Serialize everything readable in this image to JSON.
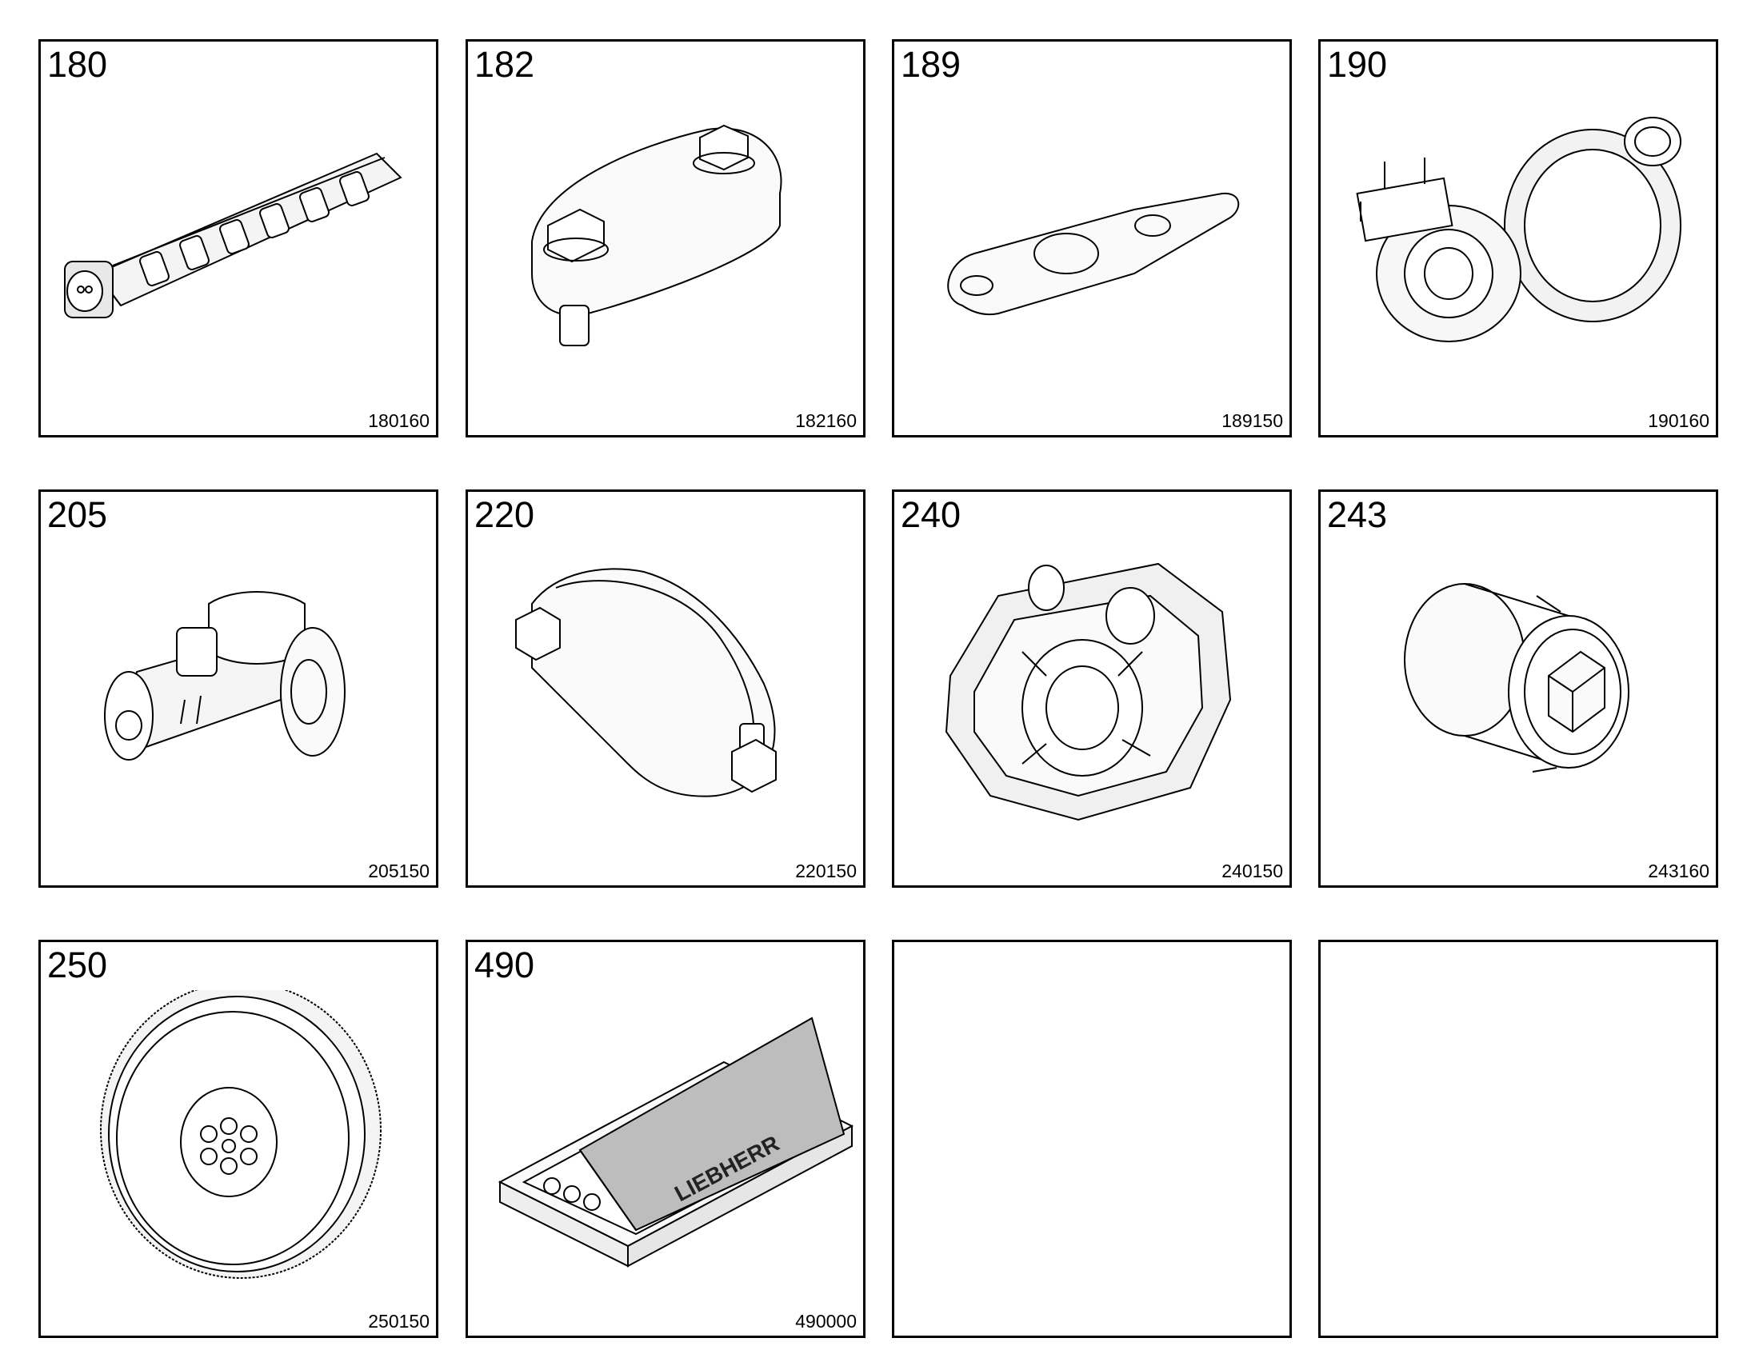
{
  "parts": [
    {
      "number": "180",
      "code": "180160",
      "icon": "fuel-rail-icon"
    },
    {
      "number": "182",
      "code": "182160",
      "icon": "cover-plate-icon"
    },
    {
      "number": "189",
      "code": "189150",
      "icon": "gasket-icon"
    },
    {
      "number": "190",
      "code": "190160",
      "icon": "turbocharger-icon"
    },
    {
      "number": "205",
      "code": "205150",
      "icon": "starter-motor-icon"
    },
    {
      "number": "220",
      "code": "220150",
      "icon": "flange-cover-icon"
    },
    {
      "number": "240",
      "code": "240150",
      "icon": "flywheel-housing-icon"
    },
    {
      "number": "243",
      "code": "243160",
      "icon": "hex-plug-icon"
    },
    {
      "number": "250",
      "code": "250150",
      "icon": "flywheel-icon"
    },
    {
      "number": "490",
      "code": "490000",
      "icon": "tool-kit-icon",
      "brand": "LIEBHERR"
    },
    {
      "number": "",
      "code": ""
    },
    {
      "number": "",
      "code": ""
    }
  ]
}
